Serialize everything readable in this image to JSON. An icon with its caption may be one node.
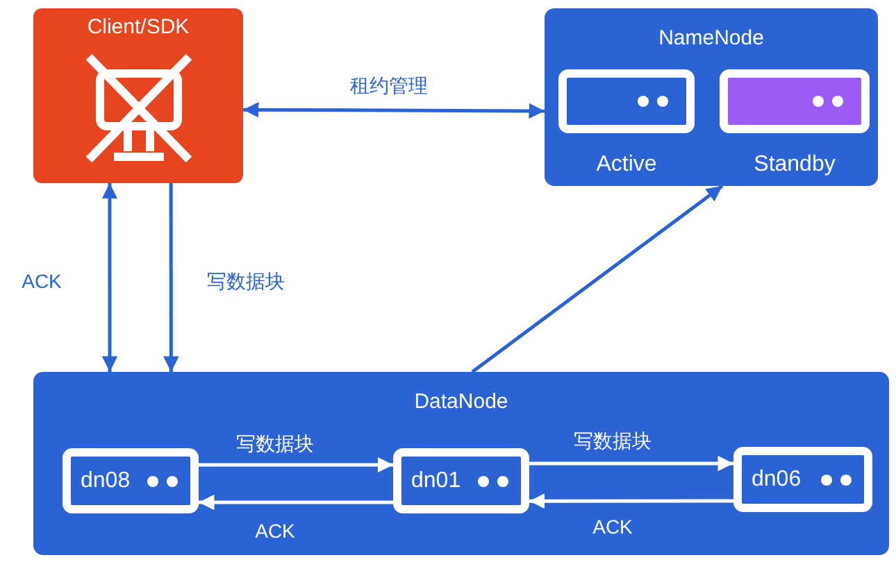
{
  "diagram": {
    "nodes": [
      {
        "text": [
          "Client/SDK"
        ]
      },
      {
        "text": [
          "NameNode"
        ]
      },
      {
        "text": [
          "Active"
        ],
        "in": 1
      },
      {
        "text": [
          "Standby"
        ],
        "in": 1
      },
      {
        "text": [
          "DataNode"
        ]
      },
      {
        "text": [
          "dn08"
        ],
        "in": 4
      },
      {
        "text": [
          "dn01"
        ],
        "in": 4
      },
      {
        "text": [
          "dn06"
        ],
        "in": 4
      }
    ],
    "edges": [
      {
        "from": 0,
        "to": 1,
        "arrow": "both",
        "label": "租约管理"
      },
      {
        "from": 0,
        "to": 4,
        "arrow": "both",
        "label": "ACK"
      },
      {
        "from": 0,
        "to": 4,
        "arrow": "to",
        "label": "写数据块"
      },
      {
        "from": 4,
        "to": 1,
        "arrow": "to"
      },
      {
        "from": 5,
        "to": 6,
        "arrow": "to",
        "label": "写数据块",
        "color": "#ffffff"
      },
      {
        "from": 6,
        "to": 5,
        "arrow": "to",
        "label": "ACK",
        "color": "#ffffff"
      },
      {
        "from": 6,
        "to": 7,
        "arrow": "to",
        "label": "写数据块",
        "color": "#ffffff"
      },
      {
        "from": 7,
        "to": 6,
        "arrow": "to",
        "label": "ACK",
        "color": "#ffffff"
      }
    ]
  }
}
